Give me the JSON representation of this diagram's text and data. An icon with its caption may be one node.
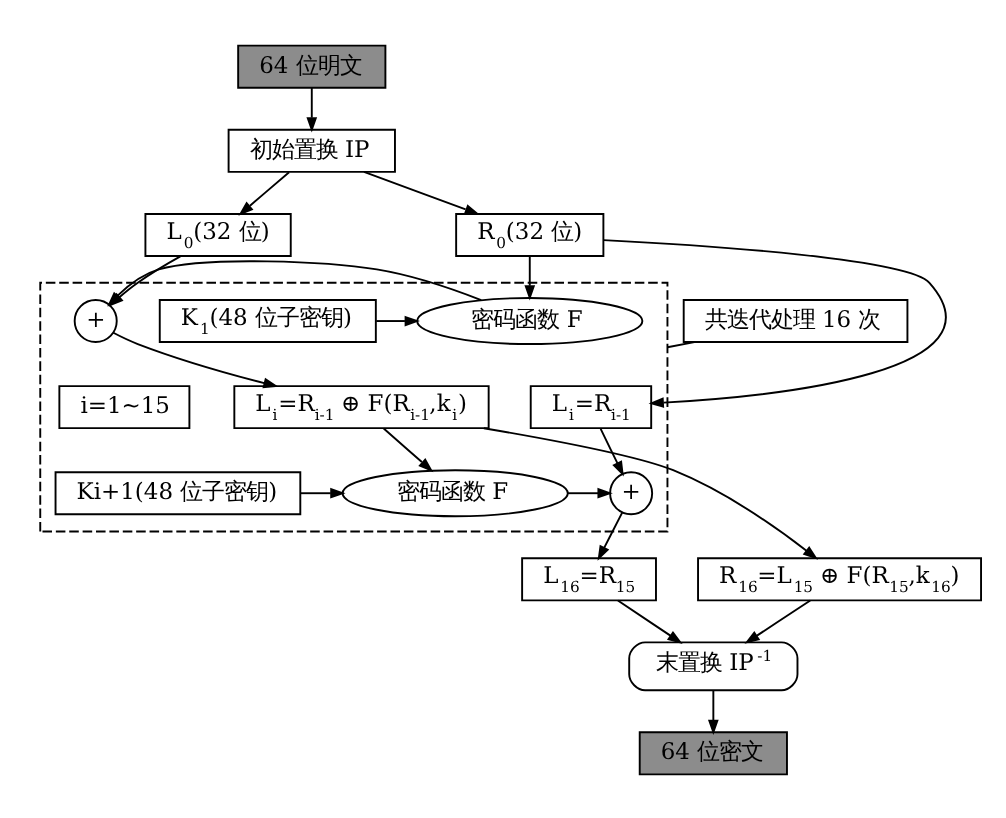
{
  "diagram": {
    "nodes": [
      {
        "text": [
          "64 位明文"
        ]
      },
      {
        "text": [
          "初始置换 IP"
        ]
      },
      {
        "text": [
          "L$_{0}$(32 位)"
        ]
      },
      {
        "text": [
          "R$_{0}$(32 位)"
        ]
      },
      {
        "text": [
          "共迭代处理 16 次"
        ]
      },
      {
        "text": [],
        "shape": "box"
      },
      {
        "text": [
          "+"
        ],
        "in": 5
      },
      {
        "text": [
          "密码函数 F"
        ],
        "in": 5
      },
      {
        "text": [
          "K$_{1}$(48 位子密钥)"
        ],
        "in": 5
      },
      {
        "text": [
          "L$_{i}$=R$_{i-1}$"
        ],
        "in": 5
      },
      {
        "text": [
          "L$_{i}$=R$_{i-1}$ ⊕ F(R$_{i-1}$,k$_{i}$)"
        ],
        "in": 5
      },
      {
        "text": [
          "i=1~15"
        ],
        "in": 5
      },
      {
        "text": [
          "+"
        ],
        "in": 5
      },
      {
        "text": [
          "密码函数 F"
        ],
        "in": 5
      },
      {
        "text": [
          "Ki+1(48 位子密钥)"
        ],
        "in": 5
      },
      {
        "text": [
          "R$_{16}$=L$_{15}$ ⊕ F(R$_{15}$,k$_{16}$)"
        ]
      },
      {
        "text": [
          "L$_{16}$=R$_{15}$"
        ]
      },
      {
        "text": [
          "末置换 IP$^{-1}$"
        ]
      },
      {
        "text": [
          "64 位密文"
        ]
      }
    ],
    "edges": [
      {
        "from": 0,
        "to": 1,
        "arrow": "to"
      },
      {
        "from": 1,
        "to": 2,
        "arrow": "to"
      },
      {
        "from": 1,
        "to": 3,
        "arrow": "to"
      },
      {
        "from": 4,
        "to": 5,
        "arrow": "none"
      },
      {
        "from": 2,
        "to": 6,
        "arrow": "to"
      },
      {
        "from": 3,
        "to": 7,
        "arrow": "to"
      },
      {
        "from": 8,
        "to": 7,
        "arrow": "to"
      },
      {
        "from": 7,
        "to": 6,
        "arrow": "to"
      },
      {
        "from": 3,
        "to": 9,
        "arrow": "to"
      },
      {
        "from": 6,
        "to": 10,
        "arrow": "to"
      },
      {
        "from": 9,
        "to": 12,
        "arrow": "to"
      },
      {
        "from": 10,
        "to": 13,
        "arrow": "to"
      },
      {
        "from": 14,
        "to": 13,
        "arrow": "to"
      },
      {
        "from": 13,
        "to": 12,
        "arrow": "to"
      },
      {
        "from": 10,
        "to": 15,
        "arrow": "to"
      },
      {
        "from": 12,
        "to": 16,
        "arrow": "to"
      },
      {
        "from": 15,
        "to": 17,
        "arrow": "to"
      },
      {
        "from": 16,
        "to": 17,
        "arrow": "to"
      },
      {
        "from": 17,
        "to": 18,
        "arrow": "to"
      }
    ]
  }
}
